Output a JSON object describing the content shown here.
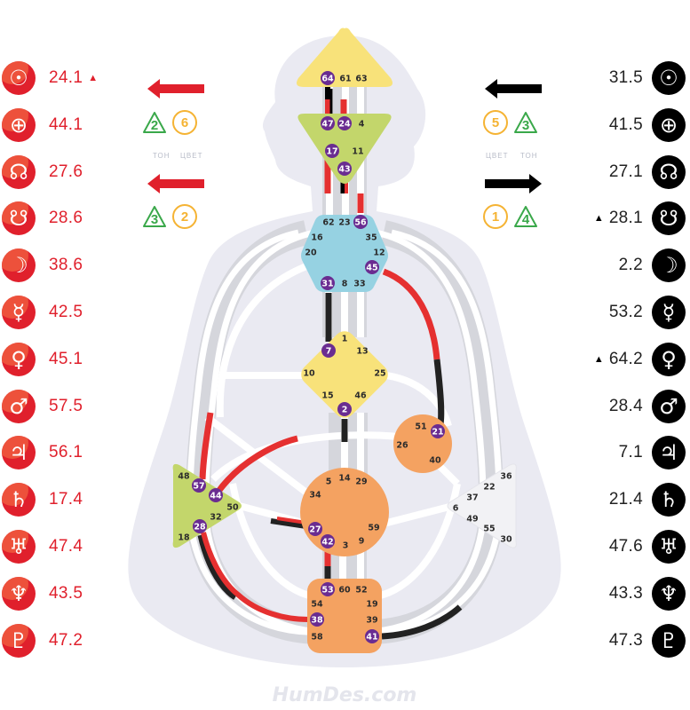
{
  "design": {
    "color": "#e0202c",
    "planets": [
      {
        "name": "sun",
        "glyph": "☉",
        "value": "24.1",
        "marker": "▲"
      },
      {
        "name": "earth",
        "glyph": "⊕",
        "value": "44.1",
        "marker": ""
      },
      {
        "name": "north-node",
        "glyph": "☊",
        "value": "27.6",
        "marker": ""
      },
      {
        "name": "south-node",
        "glyph": "☋",
        "value": "28.6",
        "marker": ""
      },
      {
        "name": "moon",
        "glyph": "☽",
        "value": "38.6",
        "marker": ""
      },
      {
        "name": "mercury",
        "glyph": "☿",
        "value": "42.5",
        "marker": ""
      },
      {
        "name": "venus",
        "glyph": "♀",
        "value": "45.1",
        "marker": ""
      },
      {
        "name": "mars",
        "glyph": "♂",
        "value": "57.5",
        "marker": ""
      },
      {
        "name": "jupiter",
        "glyph": "♃",
        "value": "56.1",
        "marker": ""
      },
      {
        "name": "saturn",
        "glyph": "♄",
        "value": "17.4",
        "marker": ""
      },
      {
        "name": "uranus",
        "glyph": "♅",
        "value": "47.4",
        "marker": ""
      },
      {
        "name": "neptune",
        "glyph": "♆",
        "value": "43.5",
        "marker": ""
      },
      {
        "name": "pluto",
        "glyph": "♇",
        "value": "47.2",
        "marker": ""
      }
    ],
    "variables": [
      {
        "direction": "left",
        "tone": "2",
        "color": "6"
      },
      {
        "direction": "left",
        "tone": "3",
        "color": "2"
      }
    ],
    "labels": {
      "tone": "ТОН",
      "color": "ЦВЕТ"
    }
  },
  "personality": {
    "color": "#000000",
    "planets": [
      {
        "name": "sun",
        "glyph": "☉",
        "value": "31.5",
        "marker": ""
      },
      {
        "name": "earth",
        "glyph": "⊕",
        "value": "41.5",
        "marker": ""
      },
      {
        "name": "north-node",
        "glyph": "☊",
        "value": "27.1",
        "marker": ""
      },
      {
        "name": "south-node",
        "glyph": "☋",
        "value": "28.1",
        "marker": "▲"
      },
      {
        "name": "moon",
        "glyph": "☽",
        "value": "2.2",
        "marker": ""
      },
      {
        "name": "mercury",
        "glyph": "☿",
        "value": "53.2",
        "marker": ""
      },
      {
        "name": "venus",
        "glyph": "♀",
        "value": "64.2",
        "marker": "▲"
      },
      {
        "name": "mars",
        "glyph": "♂",
        "value": "28.4",
        "marker": ""
      },
      {
        "name": "jupiter",
        "glyph": "♃",
        "value": "7.1",
        "marker": ""
      },
      {
        "name": "saturn",
        "glyph": "♄",
        "value": "21.4",
        "marker": ""
      },
      {
        "name": "uranus",
        "glyph": "♅",
        "value": "47.6",
        "marker": ""
      },
      {
        "name": "neptune",
        "glyph": "♆",
        "value": "43.3",
        "marker": ""
      },
      {
        "name": "pluto",
        "glyph": "♇",
        "value": "47.3",
        "marker": ""
      }
    ],
    "variables": [
      {
        "direction": "left",
        "tone": "3",
        "color": "5"
      },
      {
        "direction": "right",
        "tone": "4",
        "color": "1"
      }
    ],
    "labels": {
      "tone": "ТОН",
      "color": "ЦВЕТ"
    }
  },
  "bodygraph": {
    "centers": {
      "head": {
        "color": "#f8e27a",
        "gates": [
          "64",
          "61",
          "63"
        ],
        "active": [
          "64"
        ]
      },
      "ajna": {
        "color": "#c3d66b",
        "gates": [
          "47",
          "24",
          "4",
          "17",
          "11",
          "43"
        ],
        "active": [
          "47",
          "24",
          "17",
          "43"
        ]
      },
      "throat": {
        "color": "#96d2e2",
        "gates": [
          "62",
          "23",
          "56",
          "16",
          "35",
          "20",
          "12",
          "45",
          "31",
          "8",
          "33"
        ],
        "active": [
          "56",
          "45",
          "31"
        ]
      },
      "g": {
        "color": "#f8e27a",
        "gates": [
          "1",
          "7",
          "13",
          "10",
          "25",
          "15",
          "46",
          "2"
        ],
        "active": [
          "7",
          "2"
        ]
      },
      "heart": {
        "color": "#f4a261",
        "gates": [
          "51",
          "21",
          "26",
          "40"
        ],
        "active": [
          "21"
        ]
      },
      "spleen": {
        "color": "#c3d66b",
        "gates": [
          "48",
          "57",
          "44",
          "50",
          "32",
          "28",
          "18"
        ],
        "active": [
          "57",
          "44",
          "28"
        ]
      },
      "sacral": {
        "color": "#f4a261",
        "gates": [
          "5",
          "14",
          "29",
          "34",
          "27",
          "42",
          "3",
          "9",
          "59"
        ],
        "active": [
          "27",
          "42"
        ]
      },
      "solar-plexus": {
        "color": "#f2f2f5",
        "gates": [
          "36",
          "22",
          "37",
          "6",
          "49",
          "55",
          "30"
        ],
        "active": []
      },
      "root": {
        "color": "#f4a261",
        "gates": [
          "53",
          "60",
          "52",
          "54",
          "19",
          "38",
          "39",
          "58",
          "41"
        ],
        "active": [
          "53",
          "38",
          "41"
        ]
      }
    },
    "active_gate_color": "#6a2c91"
  },
  "watermark": "HumDes.com"
}
